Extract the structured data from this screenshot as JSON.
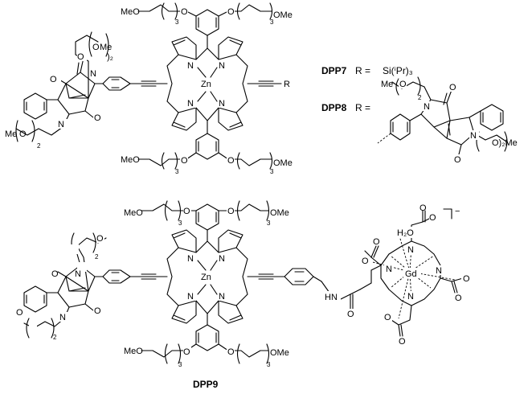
{
  "compounds": {
    "dpp7": {
      "label": "DPP7",
      "r_prefix": "R = ",
      "r_group": "Si(ⁱPr)₃"
    },
    "dpp8": {
      "label": "DPP8",
      "r_prefix": "R ="
    },
    "dpp9": {
      "label": "DPP9"
    }
  },
  "atoms": {
    "zn": "Zn",
    "n": "N",
    "o": "O",
    "gd": "Gd",
    "h2o": "H₂O",
    "hn": "HN",
    "r": "R",
    "meo": "MeO",
    "ome": "OMe",
    "me": "Me",
    "charge": "−"
  },
  "peg": {
    "o": "O",
    "me": "Me",
    "meo": "MeO",
    "ome": "OMe",
    "n3": "3",
    "n2": "2",
    "n2p": ")₂",
    "tail": "O)₂Me"
  }
}
